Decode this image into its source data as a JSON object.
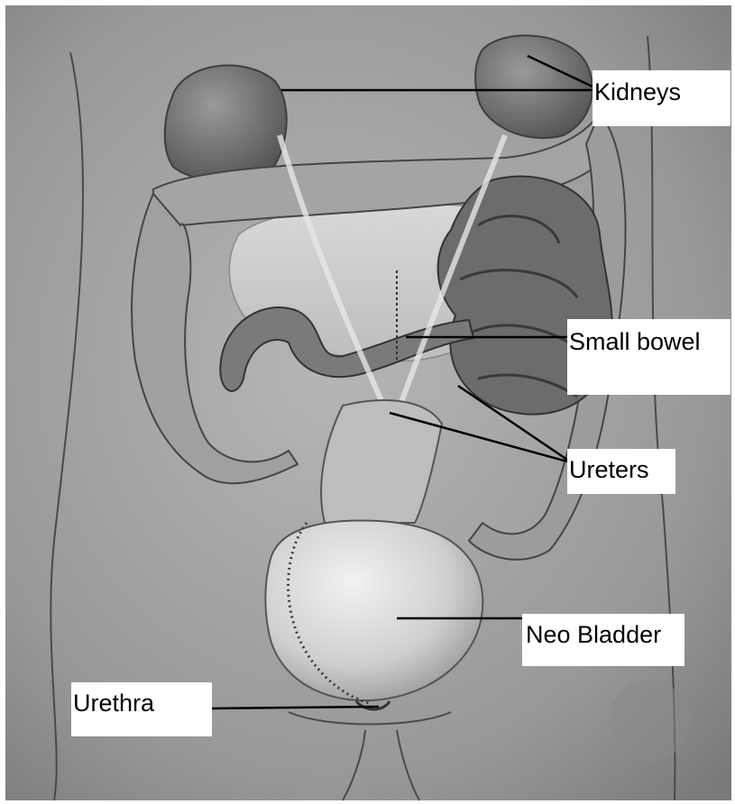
{
  "diagram": {
    "labels": {
      "kidneys": "Kidneys",
      "small_bowel": "Small bowel",
      "ureters": "Ureters",
      "neo_bladder": "Neo Bladder",
      "urethra": "Urethra"
    },
    "colors": {
      "background_light": "#b4b4b4",
      "background_dark": "#7d7d7d",
      "organ_dark": "#6e6e6e",
      "organ_mid": "#9a9a9a",
      "organ_light": "#d6d6d6",
      "leader_line": "#000000"
    }
  }
}
